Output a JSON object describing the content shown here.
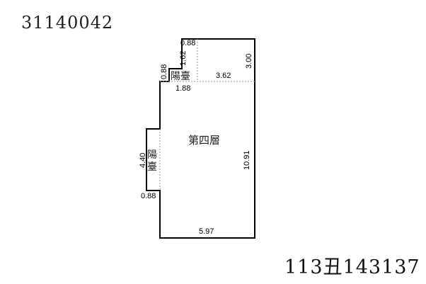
{
  "codes": {
    "top": "31140042",
    "bottom": "113丑143137"
  },
  "plan": {
    "floor_label": "第四層",
    "balcony_top_label": "陽臺",
    "balcony_left_char1": "陽",
    "balcony_left_char2": "臺",
    "dimensions": {
      "top_notch_width": "0.88",
      "top_notch_height": "1.62",
      "top_right_height": "3.00",
      "upper_span": "3.62",
      "small_step_height": "0.88",
      "balcony_width": "1.88",
      "right_height": "10.91",
      "left_balcony_height": "4.40",
      "left_balcony_depth": "0.88",
      "bottom_width": "5.97"
    }
  }
}
